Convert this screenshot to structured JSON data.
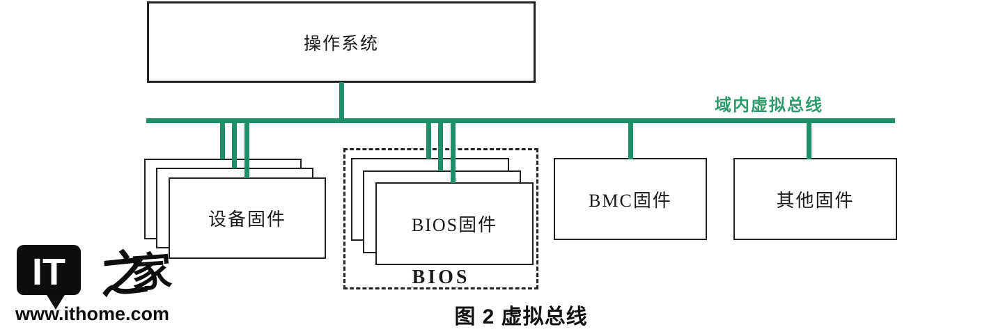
{
  "colors": {
    "bus_green": "#1e8f68",
    "bus_label_green": "#2f9a6c",
    "ink_black": "#1f1f1f"
  },
  "os_box": {
    "label": "操作系统"
  },
  "bus": {
    "label": "域内虚拟总线"
  },
  "device_group": {
    "front_label": "设备固件"
  },
  "bios_group": {
    "front_label": "BIOS固件",
    "group_label": "BIOS"
  },
  "bmc_box": {
    "label": "BMC固件"
  },
  "other_box": {
    "label": "其他固件"
  },
  "caption": {
    "text": "图 2 虚拟总线"
  },
  "watermark": {
    "bubble_text": "IT",
    "zhi": "之",
    "jia": "家",
    "url": "www.ithome.com"
  }
}
